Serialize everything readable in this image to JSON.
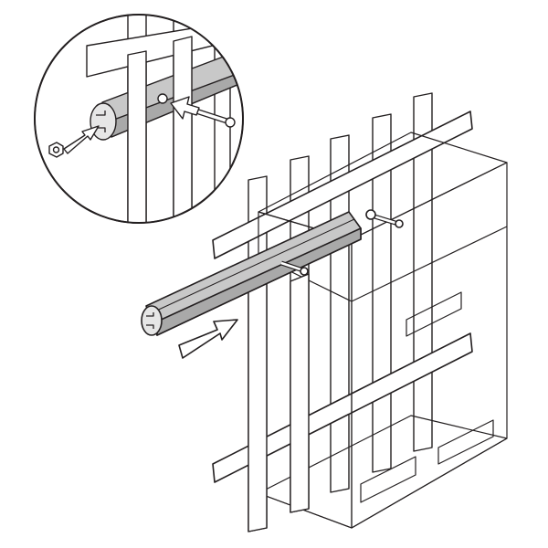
{
  "diagram": {
    "colors": {
      "line": "#231f20",
      "rail_fill": "#c8c8c8",
      "rail_shade": "#a9a9a9",
      "picket_fill": "#ffffff",
      "box_fill": "#ffffff"
    },
    "icons": [
      "detail-magnifier-circle",
      "insert-direction-arrow",
      "bolt",
      "nut"
    ]
  }
}
